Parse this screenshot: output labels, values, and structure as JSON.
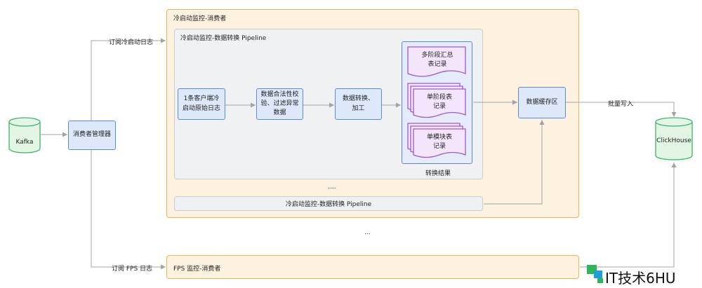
{
  "labels": {
    "kafka": "Kafka",
    "manager": "消费者管理器",
    "subscribe_cold": "订阅冷启动日志",
    "subscribe_fps": "订阅 FPS 日志",
    "cold_consumer": "冷启动监控-消费者",
    "pipeline_title": "冷启动监控-数据转换 Pipeline",
    "raw_log": "1条客户端冷启动原始日志",
    "validate": "数据合法性校验、过滤异常数据",
    "transform": "数据转换、加工",
    "multi_stage": "多阶段汇总表记录",
    "single_stage": "单阶段表记录",
    "single_module": "单模块表记录",
    "result": "转换结果",
    "cache": "数据缓存区",
    "batch_write": "批量写入",
    "clickhouse": "ClickHouse",
    "ellipsis_inner": "....",
    "pipeline_bar": "冷启动监控-数据转换 Pipeline",
    "ellipsis_outer": "...",
    "fps_consumer": "FPS 监控-消费者",
    "watermark": "IT技术6HU"
  },
  "colors": {
    "consumer_border": "#f2b25a",
    "consumer_fill": "#fdf1df",
    "node_border": "#5b8bd9",
    "node_fill": "#dde8fb",
    "record_border": "#9b59d0",
    "record_fill": "#f3e6fc",
    "db_border": "#3cb371",
    "db_fill": "#e3f6e3",
    "line": "#a0a4a8"
  }
}
